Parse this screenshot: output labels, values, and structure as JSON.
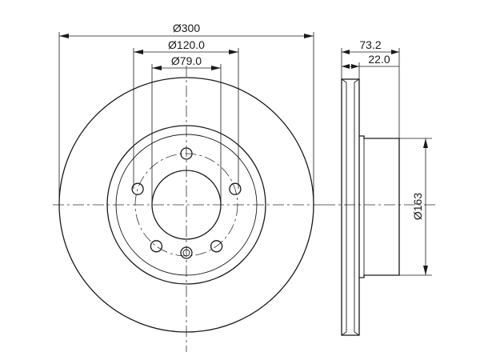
{
  "drawing": {
    "subject": "brake disc",
    "front_view": {
      "dim_outer_diameter": "Ø300",
      "dim_bolt_circle": "Ø120.0",
      "dim_center_bore": "Ø79.0",
      "bolt_holes": 5
    },
    "side_view": {
      "dim_total_height": "73.2",
      "dim_disc_thickness": "22.0",
      "dim_hat_diameter": "Ø163"
    }
  }
}
